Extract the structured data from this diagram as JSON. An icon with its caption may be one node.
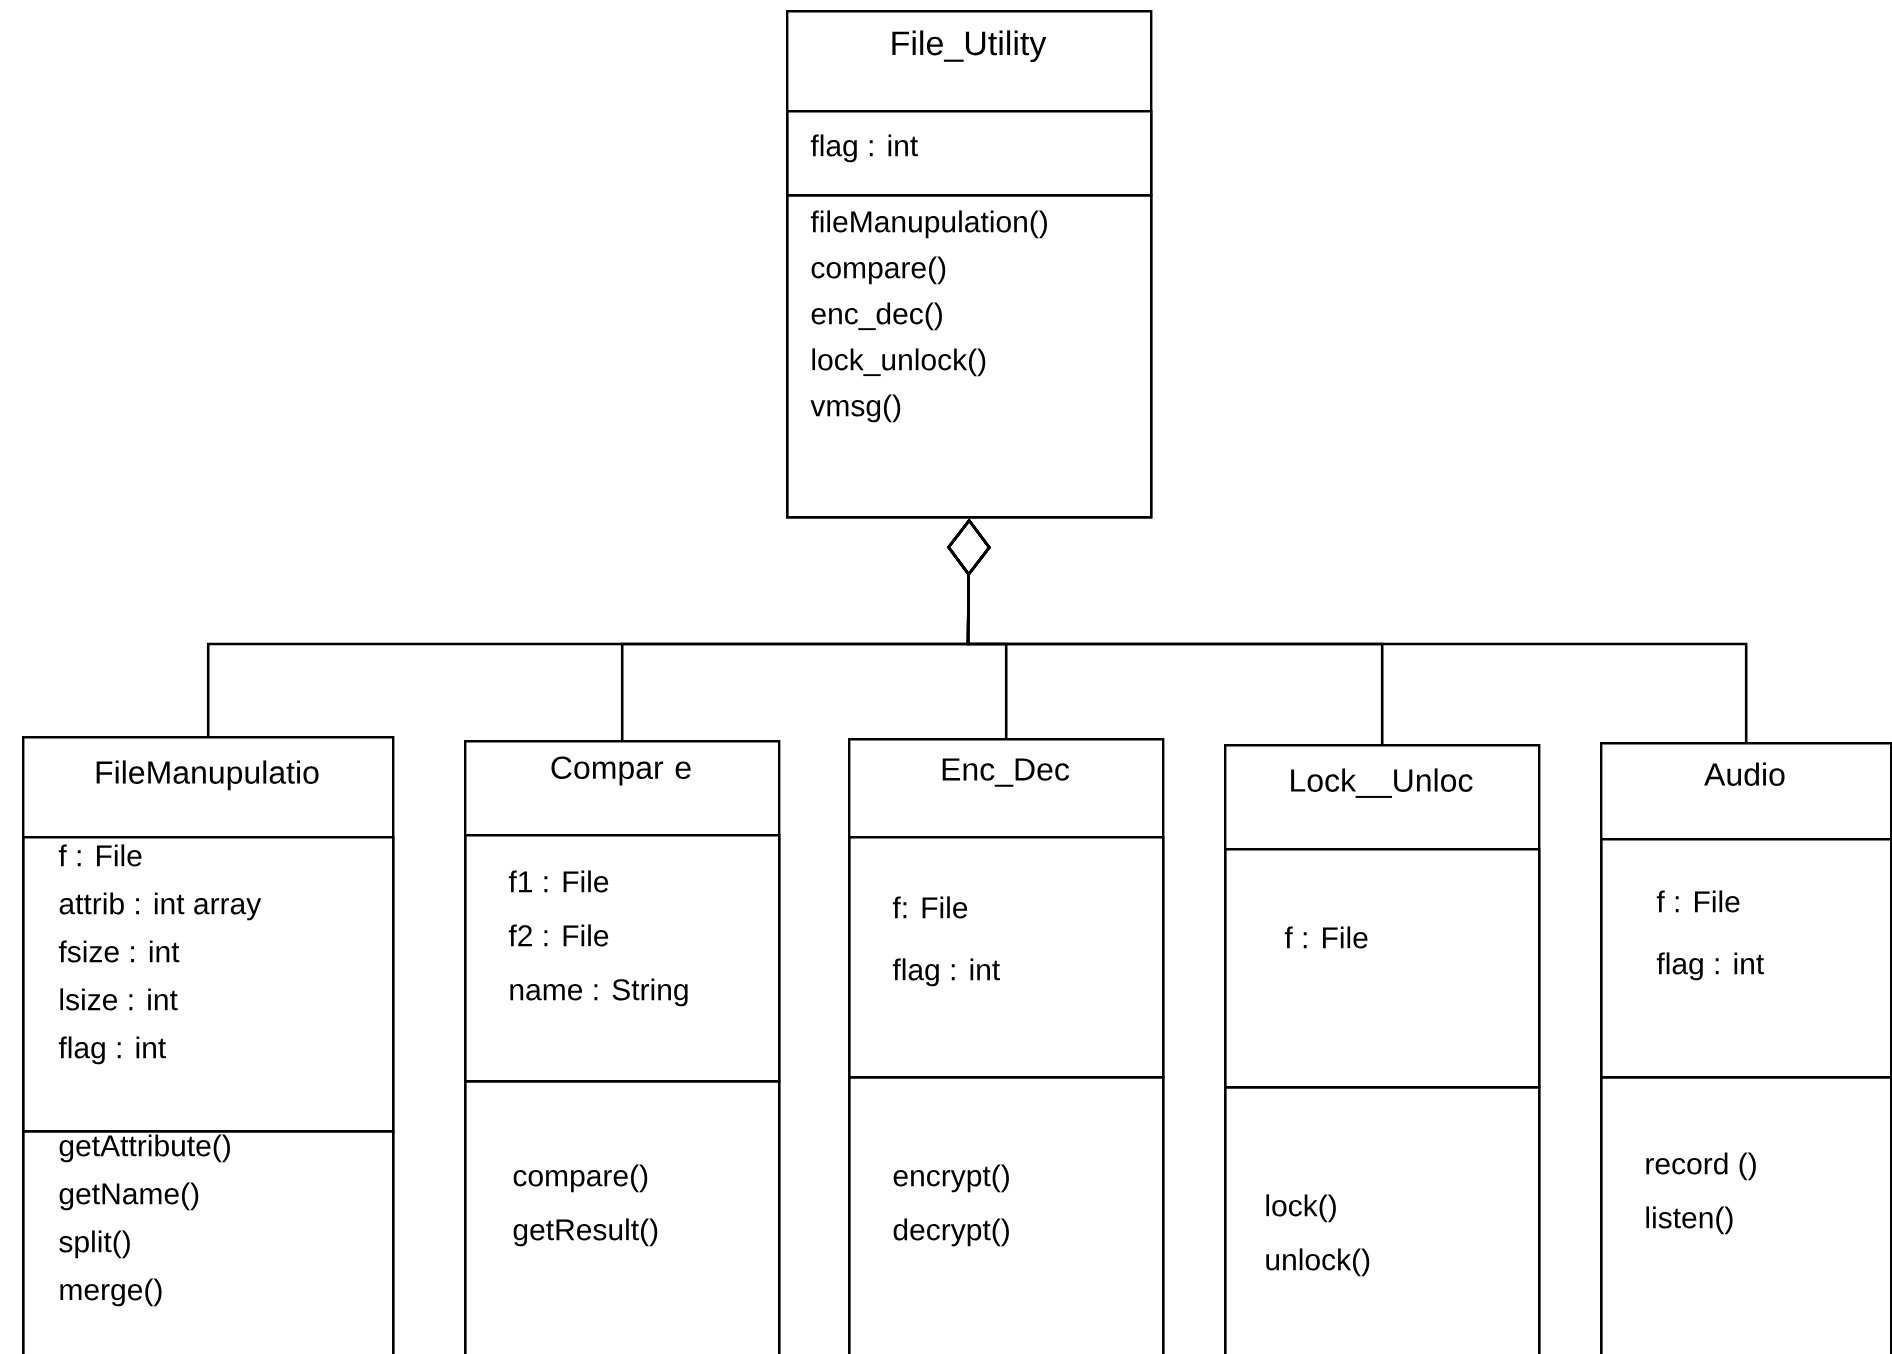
{
  "diagram": {
    "nodes": [
      {
        "text": [
          "File_Utility"
        ]
      },
      {
        "text": [
          "flag : int"
        ],
        "in": 0
      },
      {
        "text": [
          "fileManupulation()",
          "compare()",
          "enc_dec()",
          "lock_unlock()",
          "vmsg()"
        ],
        "in": 0
      },
      {
        "text": [
          "FileManupulatio"
        ]
      },
      {
        "text": [
          "f : File",
          "attrib : int array",
          "fsize : int",
          "lsize : int",
          "flag : int"
        ],
        "in": 3
      },
      {
        "text": [
          "getAttribute()",
          "getName()",
          "split()",
          "merge()"
        ],
        "in": 3
      },
      {
        "text": [
          "Compar e"
        ]
      },
      {
        "text": [
          "f1 : File",
          "f2 : File",
          "name : String"
        ],
        "in": 6
      },
      {
        "text": [
          "compare()",
          "getResult()"
        ],
        "in": 6
      },
      {
        "text": [
          "Enc_Dec"
        ]
      },
      {
        "text": [
          "f: File",
          "flag : int"
        ],
        "in": 9
      },
      {
        "text": [
          "encrypt()",
          "decrypt()"
        ],
        "in": 9
      },
      {
        "text": [
          "Lock__Unloc"
        ]
      },
      {
        "text": [
          "f : File"
        ],
        "in": 12
      },
      {
        "text": [
          "lock()",
          "unlock()"
        ],
        "in": 12
      },
      {
        "text": [
          "Audio"
        ]
      },
      {
        "text": [
          "f : File",
          "flag : int"
        ],
        "in": 15
      },
      {
        "text": [
          "record ()",
          "listen()"
        ],
        "in": 15
      }
    ],
    "edges": [
      {
        "from": 3,
        "to": 0,
        "arrow": "other"
      },
      {
        "from": 6,
        "to": 0,
        "arrow": "other"
      },
      {
        "from": 9,
        "to": 0,
        "arrow": "other"
      },
      {
        "from": 12,
        "to": 0,
        "arrow": "other"
      },
      {
        "from": 15,
        "to": 0,
        "arrow": "other"
      }
    ]
  }
}
